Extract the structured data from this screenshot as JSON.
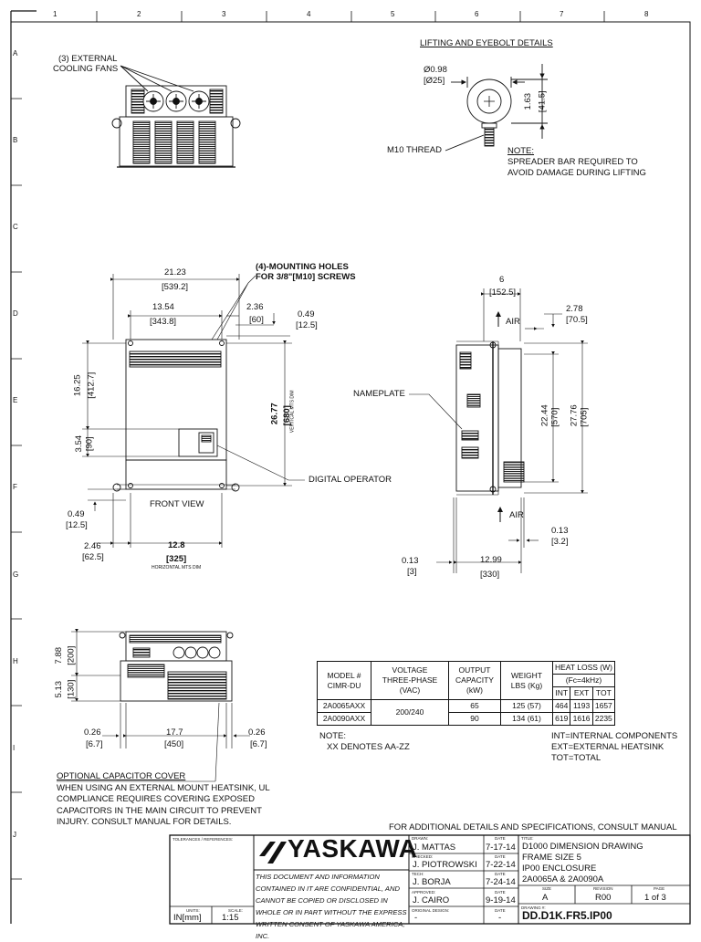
{
  "border": {
    "columns": [
      "1",
      "2",
      "3",
      "4",
      "5",
      "6",
      "7",
      "8"
    ],
    "rows": [
      "A",
      "B",
      "C",
      "D",
      "E",
      "F",
      "G",
      "H",
      "I",
      "J"
    ]
  },
  "top_views": {
    "fans_label": [
      "(3) EXTERNAL",
      "COOLING FANS"
    ],
    "lifting_title": "LIFTING AND EYEBOLT DETAILS",
    "eyebolt_dia": "Ø0.98",
    "eyebolt_dia_mm": "[Ø25]",
    "eyebolt_h": "1.63",
    "eyebolt_h_mm": "[41.5]",
    "thread": "M10 THREAD",
    "note_title": "NOTE:",
    "note_lines": [
      "SPREADER BAR REQUIRED TO",
      "AVOID DAMAGE DURING LIFTING"
    ]
  },
  "front_view": {
    "mount_holes": [
      "(4)-MOUNTING HOLES",
      "FOR 3/8\"[M10] SCREWS"
    ],
    "w_overall": "21.23",
    "w_overall_mm": "[539.2]",
    "w_mid": "13.54",
    "w_mid_mm": "[343.8]",
    "w_edge": "2.36",
    "w_edge_mm": "[60]",
    "top_off": "0.49",
    "top_off_mm": "[12.5]",
    "h_upper": "16.25",
    "h_upper_mm": "[412.7]",
    "h_total": "26.77",
    "h_total_mm": "[680]",
    "vert_mts": "VERTICAL MTS DIM",
    "h_small": "3.54",
    "h_small_mm": "[90]",
    "bottom_off": "0.49",
    "bottom_off_mm": "[12.5]",
    "front_label": "FRONT VIEW",
    "left_off": "2.46",
    "left_off_mm": "[62.5]",
    "w_mount": "12.8",
    "w_mount_mm": "[325]",
    "horiz_mts": "HORIZONTAL MTS DIM",
    "nameplate": "NAMEPLATE",
    "digital_operator": "DIGITAL OPERATOR"
  },
  "side_view": {
    "depth": "6",
    "depth_mm": "[152.5]",
    "fin": "2.78",
    "fin_mm": "[70.5]",
    "air": "AIR",
    "h_mount": "22.44",
    "h_mount_mm": "[570]",
    "h_total": "27.76",
    "h_total_mm": "[705]",
    "plate": "0.13",
    "plate_mm": "[3.2]",
    "left_plate": "0.13",
    "left_plate_mm": "[3]",
    "depth_total": "12.99",
    "depth_total_mm": "[330]"
  },
  "bottom_view": {
    "h_a": "7.88",
    "h_a_mm": "[200]",
    "h_b": "5.13",
    "h_b_mm": "[130]",
    "side_l": "0.26",
    "side_l_mm": "[6.7]",
    "width": "17.7",
    "width_mm": "[450]",
    "side_r": "0.26",
    "side_r_mm": "[6.7]",
    "cap_title": "OPTIONAL CAPACITOR COVER",
    "cap_lines": [
      "WHEN USING AN EXTERNAL MOUNT HEATSINK, UL",
      "COMPLIANCE REQUIRES COVERING EXPOSED",
      "CAPACITORS IN THE MAIN CIRCUIT TO PREVENT",
      "INJURY.  CONSULT MANUAL FOR DETAILS."
    ]
  },
  "spec_table": {
    "h_model": [
      "MODEL #",
      "CIMR-DU"
    ],
    "h_voltage": [
      "VOLTAGE",
      "THREE-PHASE",
      "(VAC)"
    ],
    "h_output": [
      "OUTPUT",
      "CAPACITY",
      "(kW)"
    ],
    "h_weight": [
      "WEIGHT",
      "LBS (Kg)"
    ],
    "h_heat": [
      "HEAT LOSS (W)",
      "(Fc=4kHz)"
    ],
    "h_int": "INT",
    "h_ext": "EXT",
    "h_tot": "TOT",
    "rows": [
      {
        "model": "2A0065AXX",
        "voltage": "200/240",
        "kw": "65",
        "weight": "125 (57)",
        "int": "464",
        "ext": "1193",
        "tot": "1657"
      },
      {
        "model": "2A0090AXX",
        "kw": "90",
        "weight": "134 (61)",
        "int": "619",
        "ext": "1616",
        "tot": "2235"
      }
    ],
    "note_title": "NOTE:",
    "note_line": "XX DENOTES AA-ZZ",
    "legend": [
      "INT=INTERNAL COMPONENTS",
      "EXT=EXTERNAL HEATSINK",
      "TOT=TOTAL"
    ]
  },
  "footer_note": "FOR ADDITIONAL DETAILS AND SPECIFICATIONS, CONSULT MANUAL",
  "title_block": {
    "tolerances": "TOLERANCES / REFERENCES:",
    "logo": "YASKAWA",
    "confidential": "THIS DOCUMENT AND INFORMATION CONTAINED IN IT ARE CONFIDENTIAL, AND CANNOT BE COPIED OR DISCLOSED IN WHOLE OR IN PART WITHOUT THE EXPRESS WRITTEN CONSENT OF YASKAWA AMERICA, INC.",
    "drawn_lbl": "DRAWN:",
    "drawn": "J. MATTAS",
    "drawn_date": "7-17-14",
    "checked_lbl": "CHECKED:",
    "checked": "J. PIOTROWSKI",
    "checked_date": "7-22-14",
    "tech_lbl": "TECH:",
    "tech": "J. BORJA",
    "tech_date": "7-24-14",
    "approved_lbl": "APPROVED:",
    "approved": "J. CAIRO",
    "approved_date": "9-19-14",
    "orig_lbl": "ORIGINAL DESIGN:",
    "orig": "-",
    "orig_date": "-",
    "date_lbl": "DATE",
    "title_lbl": "TITLE:",
    "title_lines": [
      "D1000 DIMENSION DRAWING",
      "FRAME SIZE 5",
      "IP00 ENCLOSURE",
      "2A0065A & 2A0090A"
    ],
    "size_lbl": "SIZE",
    "size": "A",
    "rev_lbl": "REVISION",
    "rev": "R00",
    "page_lbl": "PAGE",
    "page": "1  of  3",
    "drawing_lbl": "DRAWING #:",
    "drawing": "DD.D1K.FR5.IP00",
    "units_lbl": "UNITS:",
    "units": "IN[mm]",
    "scale_lbl": "SCALE:",
    "scale": "1:15"
  }
}
